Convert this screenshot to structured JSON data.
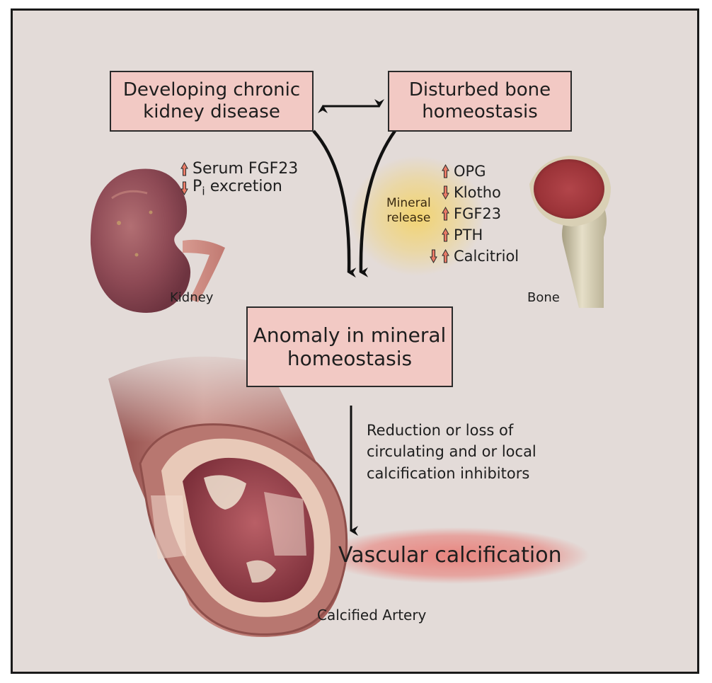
{
  "boxes": {
    "ckd": {
      "line1": "Developing chronic",
      "line2": "kidney disease"
    },
    "bone": {
      "line1": "Disturbed bone",
      "line2": "homeostasis"
    },
    "anomaly": {
      "line1": "Anomaly in mineral",
      "line2": "homeostasis"
    }
  },
  "kidney": {
    "label": "Kidney",
    "markers": [
      {
        "text": "Serum FGF23",
        "arrows": [
          "up"
        ]
      },
      {
        "text": "P",
        "sub": "i",
        "suffix": " excretion",
        "arrows": [
          "down"
        ]
      }
    ]
  },
  "bone": {
    "label": "Bone",
    "markers": [
      {
        "text": "OPG",
        "arrows": [
          "up"
        ]
      },
      {
        "text": "Klotho",
        "arrows": [
          "down"
        ]
      },
      {
        "text": "FGF23",
        "arrows": [
          "up"
        ]
      },
      {
        "text": "PTH",
        "arrows": [
          "up"
        ]
      },
      {
        "text": "Calcitriol",
        "arrows": [
          "down",
          "up"
        ]
      }
    ]
  },
  "mineral_release": {
    "line1": "Mineral",
    "line2": "release"
  },
  "inhibitors": {
    "line1": "Reduction or loss of",
    "line2": "circulating and or local",
    "line3": "calcification inhibitors"
  },
  "outcome": "Vascular calcification",
  "artery_label": "Calcified Artery",
  "colors": {
    "box_fill": "#f2c9c4",
    "background": "#e3dbd8",
    "arrow_marker": "#e87a66",
    "glow_yellow": "#f3d36a",
    "glow_red": "#e8807a"
  }
}
